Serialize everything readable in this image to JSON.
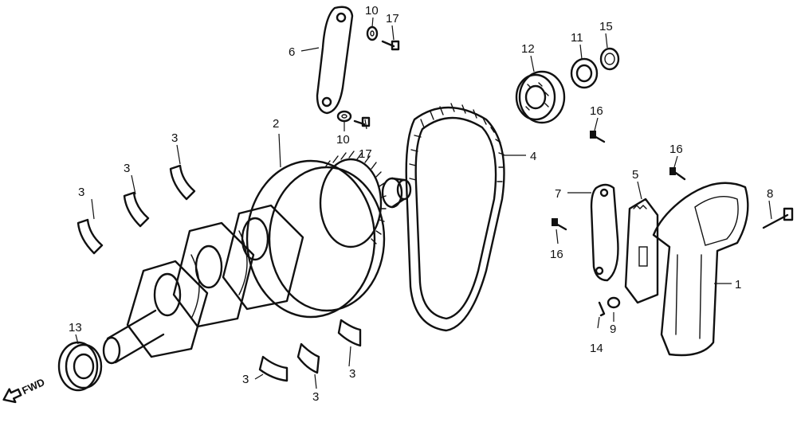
{
  "diagram": {
    "callouts": {
      "c1": "1",
      "c2": "2",
      "c3a": "3",
      "c3b": "3",
      "c3c": "3",
      "c3d": "3",
      "c3e": "3",
      "c3f": "3",
      "c4": "4",
      "c5": "5",
      "c6": "6",
      "c7": "7",
      "c8": "8",
      "c9": "9",
      "c10a": "10",
      "c10b": "10",
      "c11": "11",
      "c12": "12",
      "c13": "13",
      "c14": "14",
      "c15": "15",
      "c16a": "16",
      "c16b": "16",
      "c16c": "16",
      "c17a": "17",
      "c17b": "17"
    },
    "fwd_label": "FWD"
  }
}
